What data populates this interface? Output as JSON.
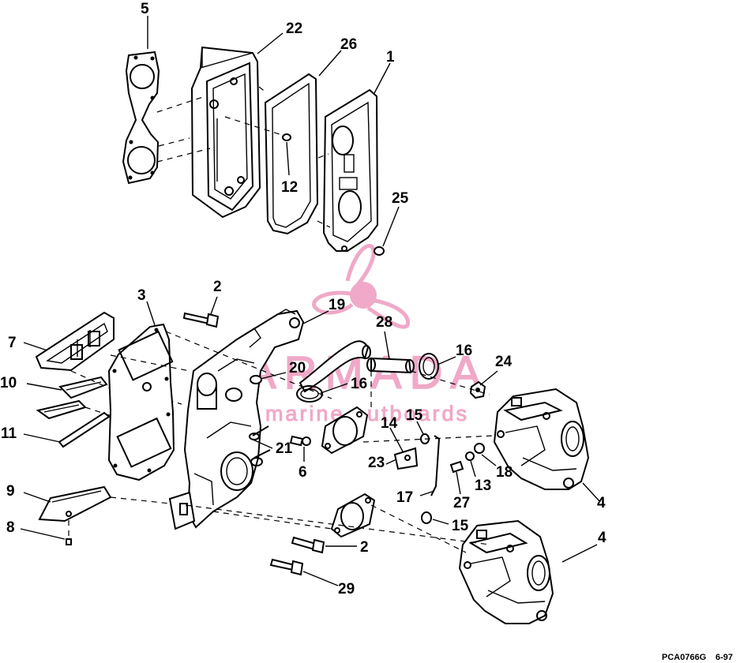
{
  "diagram": {
    "callouts": [
      "5",
      "22",
      "26",
      "1",
      "12",
      "25",
      "2",
      "3",
      "19",
      "28",
      "16",
      "24",
      "7",
      "20",
      "16",
      "10",
      "15",
      "14",
      "11",
      "21",
      "6",
      "23",
      "18",
      "13",
      "9",
      "27",
      "17",
      "4",
      "8",
      "15",
      "2",
      "4",
      "29"
    ],
    "footer_code": "PCA0766G",
    "footer_date": "6-97"
  },
  "watermark": {
    "brand": "ARMADA",
    "tagline": "marine outboards",
    "color": "#f0a9c8"
  }
}
